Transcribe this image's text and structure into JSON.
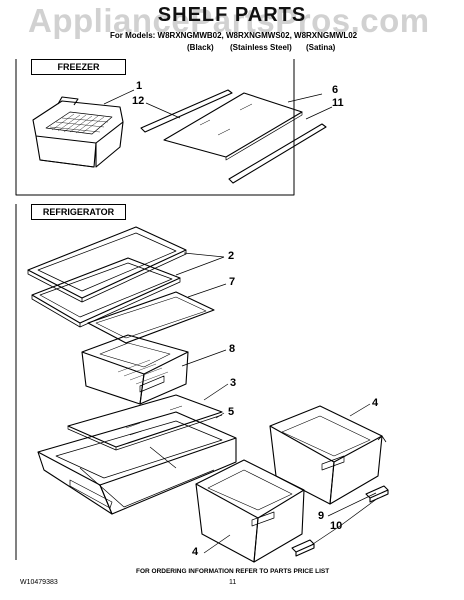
{
  "watermark": "AppliancePartsPros.com",
  "title": "SHELF PARTS",
  "models_line": "For Models: W8RXNGMWB02, W8RXNGMWS02, W8RXNGMWL02",
  "captions": [
    "(Black)",
    "(Stainless Steel)",
    "(Satina)"
  ],
  "sections": {
    "freezer": "FREEZER",
    "refrigerator": "REFRIGERATOR"
  },
  "callouts": {
    "n1": "1",
    "n12": "12",
    "n6": "6",
    "n11": "11",
    "n2": "2",
    "n7": "7",
    "n8": "8",
    "n3": "3",
    "n5": "5",
    "n4a": "4",
    "n4b": "4",
    "n9": "9",
    "n10": "10"
  },
  "footer": {
    "doc": "W10479383",
    "instructions": "FOR ORDERING INFORMATION REFER TO PARTS PRICE LIST",
    "page": "11"
  }
}
